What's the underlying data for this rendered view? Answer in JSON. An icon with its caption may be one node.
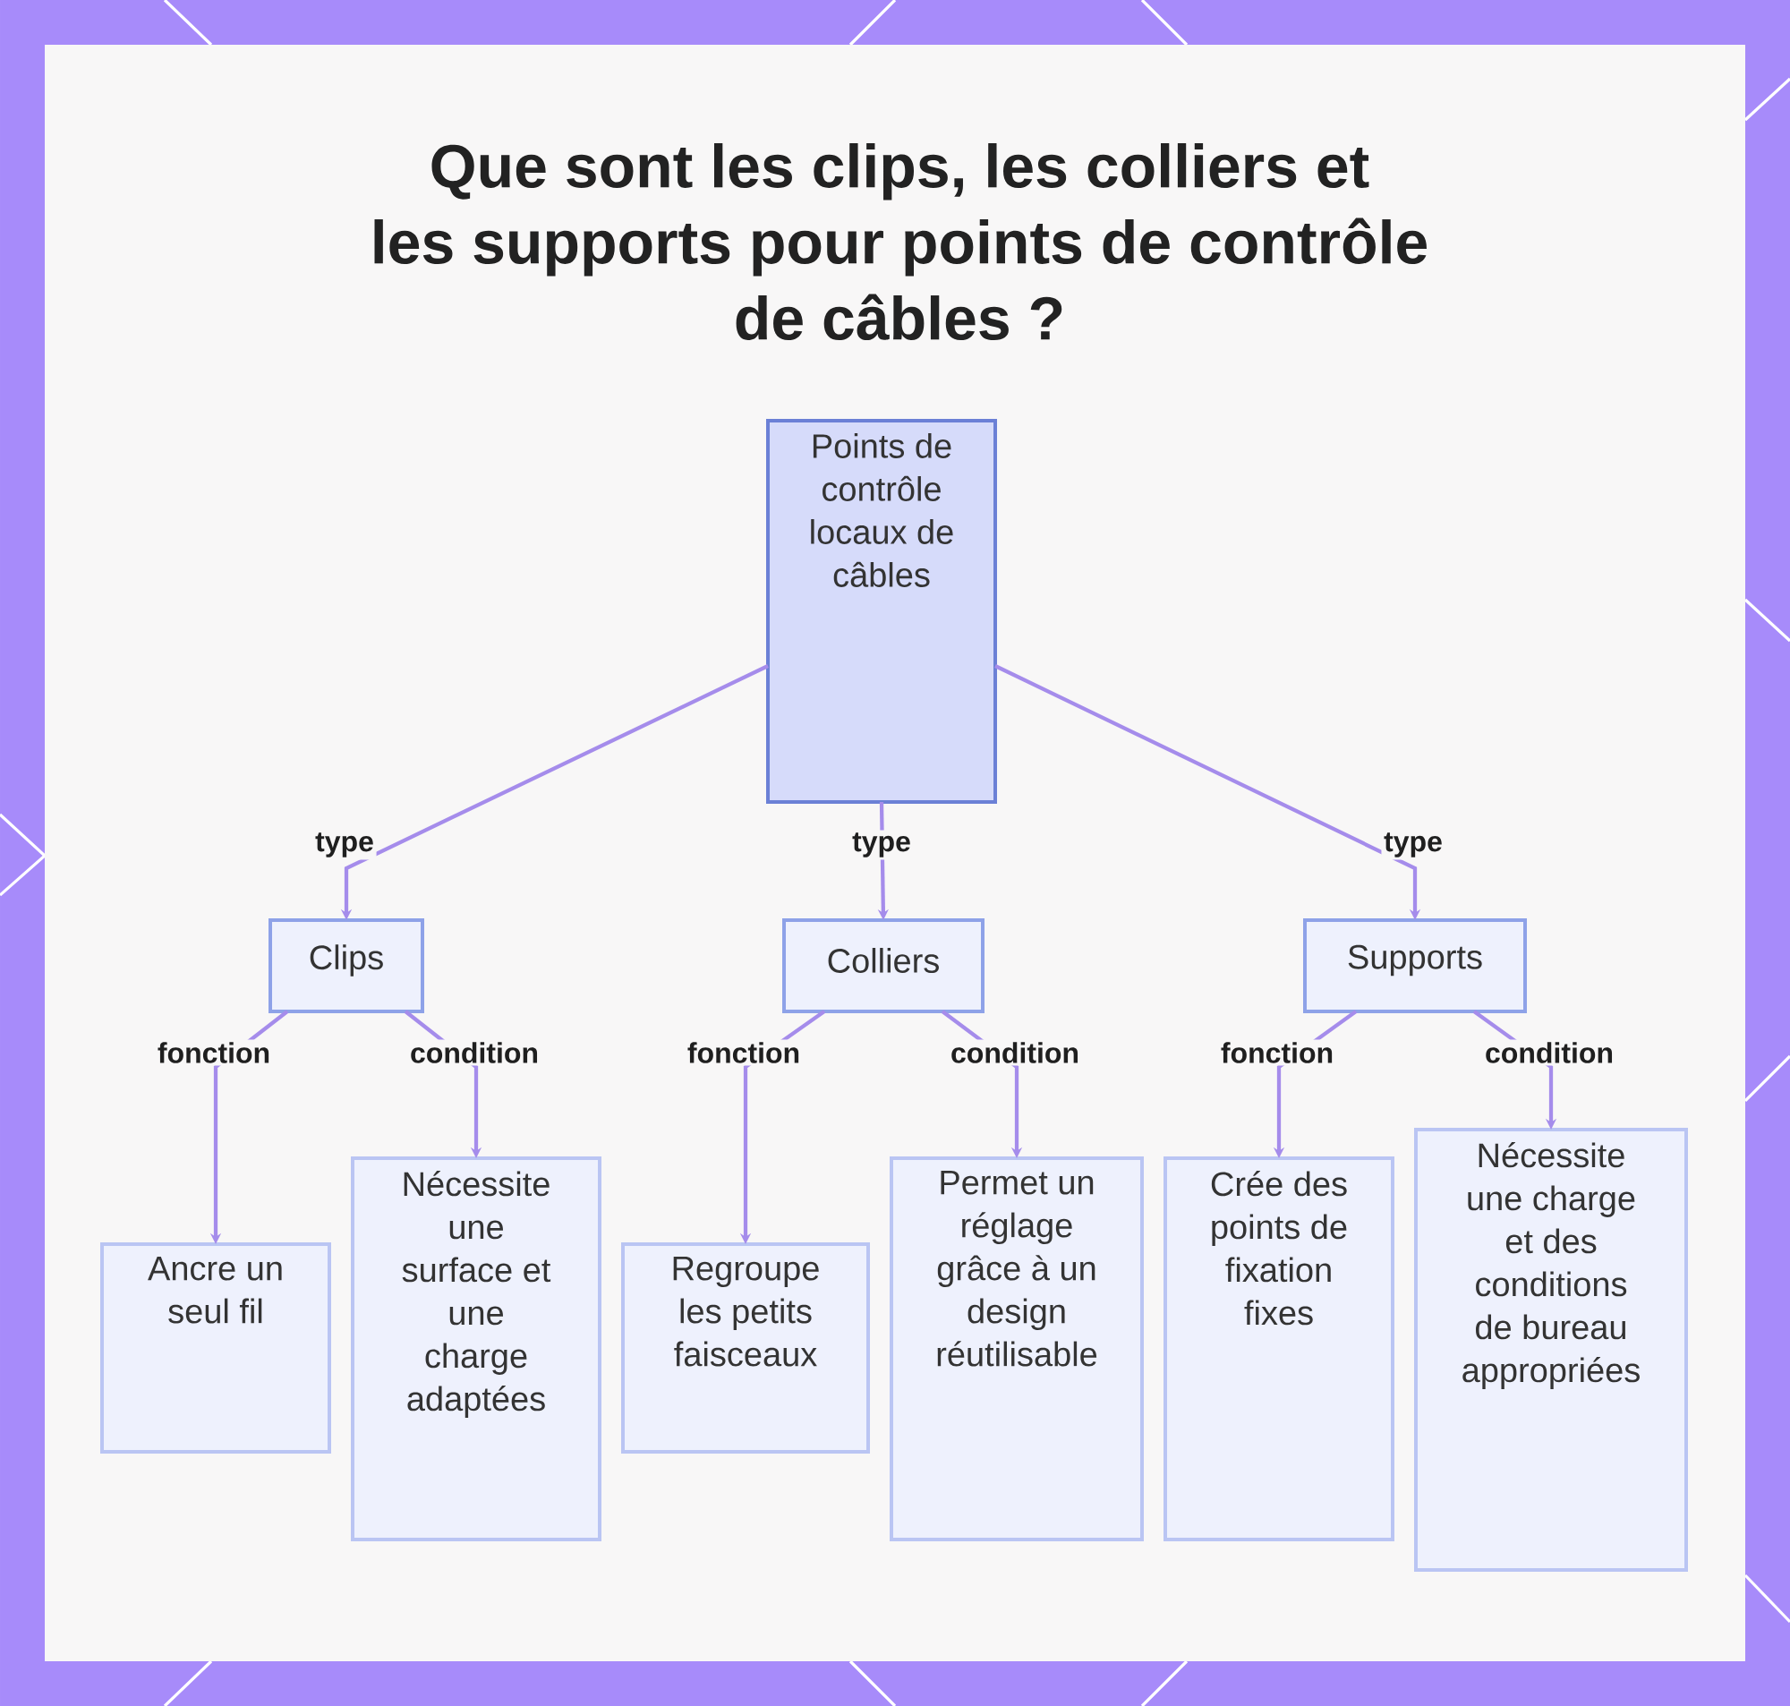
{
  "diagram": {
    "title": "Que sont les clips, les colliers et les supports pour points de contrôle de câbles ?",
    "nodes": [
      {
        "text": [
          "Points de contrôle locaux de câbles"
        ]
      },
      {
        "text": [
          "Clips"
        ]
      },
      {
        "text": [
          "Colliers"
        ]
      },
      {
        "text": [
          "Supports"
        ]
      },
      {
        "text": [
          "Ancre un seul fil"
        ]
      },
      {
        "text": [
          "Nécessite une surface et une charge adaptées"
        ]
      },
      {
        "text": [
          "Regroupe les petits faisceaux"
        ]
      },
      {
        "text": [
          "Permet un réglage grâce à un design réutilisable"
        ]
      },
      {
        "text": [
          "Crée des points de fixation fixes"
        ]
      },
      {
        "text": [
          "Nécessite une charge et des conditions de bureau appropriées"
        ]
      }
    ],
    "edges": [
      {
        "from": 0,
        "to": 1,
        "arrow": "to",
        "label": "type"
      },
      {
        "from": 0,
        "to": 2,
        "arrow": "to",
        "label": "type"
      },
      {
        "from": 0,
        "to": 3,
        "arrow": "to",
        "label": "type"
      },
      {
        "from": 1,
        "to": 4,
        "arrow": "to",
        "label": "fonction"
      },
      {
        "from": 1,
        "to": 5,
        "arrow": "to",
        "label": "condition"
      },
      {
        "from": 2,
        "to": 6,
        "arrow": "to",
        "label": "fonction"
      },
      {
        "from": 2,
        "to": 7,
        "arrow": "to",
        "label": "condition"
      },
      {
        "from": 3,
        "to": 8,
        "arrow": "to",
        "label": "fonction"
      },
      {
        "from": 3,
        "to": 9,
        "arrow": "to",
        "label": "condition"
      }
    ]
  }
}
